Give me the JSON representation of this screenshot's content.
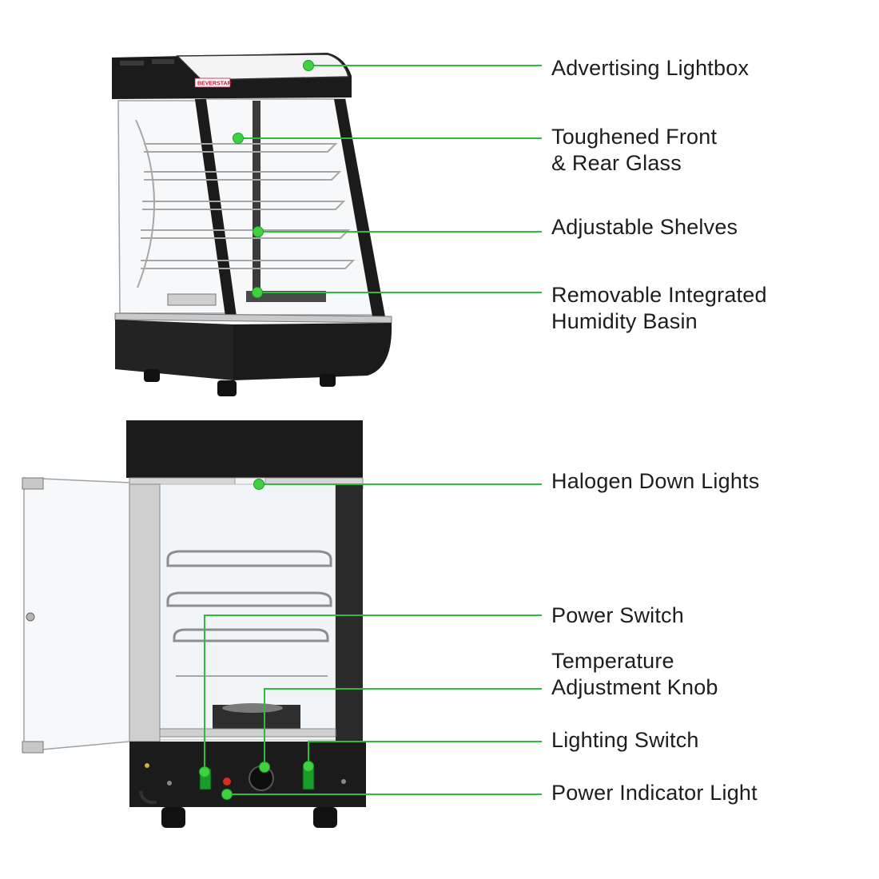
{
  "brand": {
    "logo_text": "BEVERSTAR",
    "logo_color": "#c8102e"
  },
  "colors": {
    "accent": "#2ebd3a",
    "dot": "#3fd13f",
    "body": "#1b1b1b",
    "text": "#1d1d1d"
  },
  "callouts": [
    {
      "id": "advertising-lightbox",
      "lines": [
        "Advertising Lightbox"
      ]
    },
    {
      "id": "toughened-glass",
      "lines": [
        "Toughened Front",
        "& Rear Glass"
      ]
    },
    {
      "id": "adjustable-shelves",
      "lines": [
        "Adjustable Shelves"
      ]
    },
    {
      "id": "humidity-basin",
      "lines": [
        "Removable Integrated",
        "Humidity Basin"
      ]
    },
    {
      "id": "halogen-down-lights",
      "lines": [
        "Halogen Down Lights"
      ]
    },
    {
      "id": "power-switch",
      "lines": [
        "Power Switch"
      ]
    },
    {
      "id": "temperature-knob",
      "lines": [
        "Temperature",
        "Adjustment Knob"
      ]
    },
    {
      "id": "lighting-switch",
      "lines": [
        "Lighting Switch"
      ]
    },
    {
      "id": "power-indicator-light",
      "lines": [
        "Power Indicator Light"
      ]
    }
  ]
}
